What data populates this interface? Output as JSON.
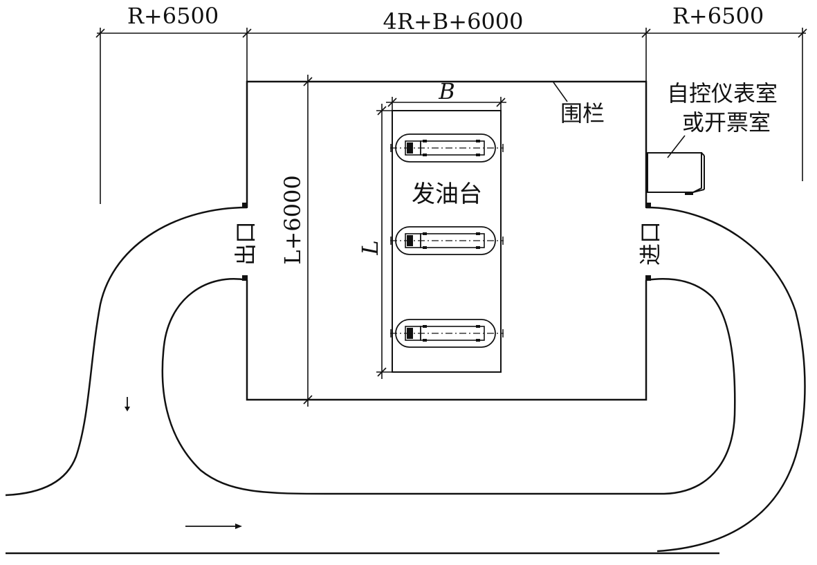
{
  "dimensions": {
    "left_width": "R+6500",
    "center_width": "4R+B+6000",
    "right_width": "R+6500",
    "fence_length": "L+6000",
    "platform_width": "B",
    "platform_length": "L"
  },
  "labels": {
    "fence": "围栏",
    "control_room_line1": "自控仪表室",
    "control_room_line2": "或开票室",
    "loading_platform": "发油台",
    "exit": "出口",
    "entrance": "进口"
  },
  "colors": {
    "line": "#111111",
    "background": "#ffffff"
  },
  "icons": [
    "tanker-truck-icon",
    "arrow-down-icon",
    "arrow-right-icon"
  ]
}
